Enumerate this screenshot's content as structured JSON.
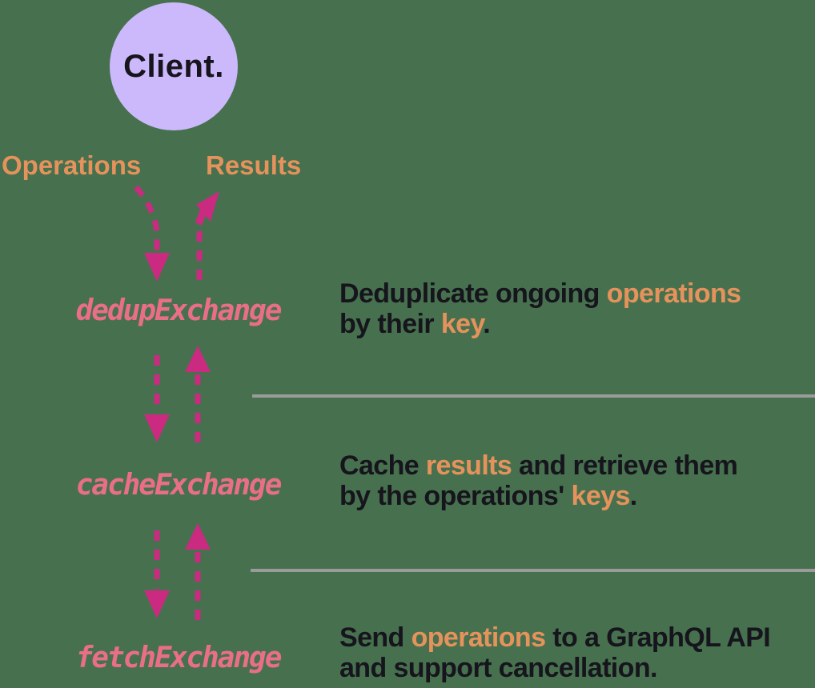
{
  "colors": {
    "bg": "#47714e",
    "lavender": "#ccb9fb",
    "ink": "#16141c",
    "orange": "#e6925c",
    "pink": "#ea6e87",
    "magenta": "#ca2a80",
    "divider": "#9b9b9b"
  },
  "client": {
    "label": "Client."
  },
  "stream_labels": {
    "operations": "Operations",
    "results": "Results"
  },
  "icons": [
    "client-operations-down-arrow-icon",
    "client-results-up-arrow-icon",
    "dedup-down-arrow-icon",
    "dedup-up-arrow-icon",
    "cache-down-arrow-icon",
    "cache-up-arrow-icon"
  ],
  "exchanges": {
    "dedup": {
      "name": "dedupExchange",
      "lines": [
        [
          {
            "t": "Deduplicate ongoing ",
            "h": false
          },
          {
            "t": "operations",
            "h": true
          }
        ],
        [
          {
            "t": "by their ",
            "h": false
          },
          {
            "t": "key",
            "h": true
          },
          {
            "t": ".",
            "h": false
          }
        ]
      ]
    },
    "cache": {
      "name": "cacheExchange",
      "lines": [
        [
          {
            "t": "Cache ",
            "h": false
          },
          {
            "t": "results",
            "h": true
          },
          {
            "t": " and retrieve them",
            "h": false
          }
        ],
        [
          {
            "t": "by the operations' ",
            "h": false
          },
          {
            "t": "keys",
            "h": true
          },
          {
            "t": ".",
            "h": false
          }
        ]
      ]
    },
    "fetch": {
      "name": "fetchExchange",
      "lines": [
        [
          {
            "t": "Send ",
            "h": false
          },
          {
            "t": "operations",
            "h": true
          },
          {
            "t": " to a GraphQL API",
            "h": false
          }
        ],
        [
          {
            "t": "and support cancellation.",
            "h": false
          }
        ]
      ]
    }
  }
}
